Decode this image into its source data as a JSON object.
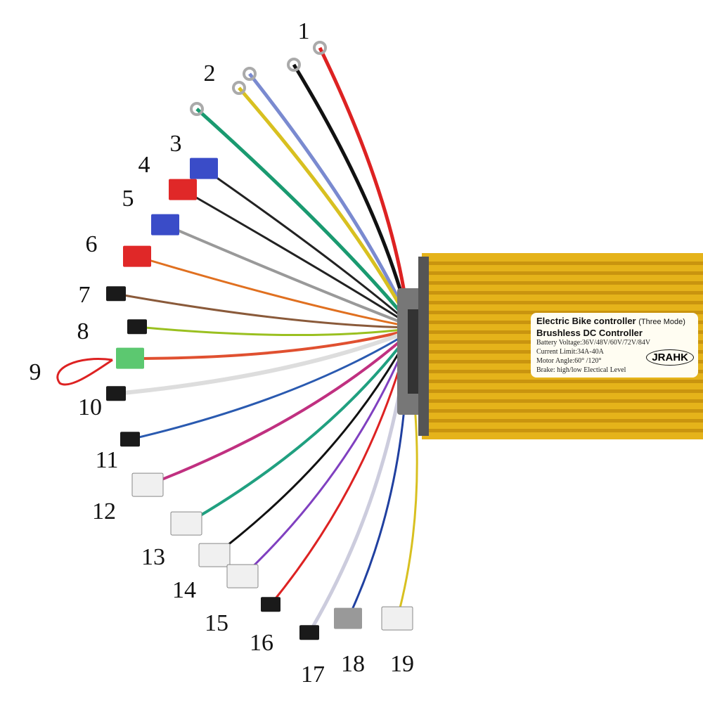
{
  "callouts": [
    "1",
    "2",
    "3",
    "4",
    "5",
    "6",
    "7",
    "8",
    "9",
    "10",
    "11",
    "12",
    "13",
    "14",
    "15",
    "16",
    "17",
    "18",
    "19"
  ],
  "controller_label": {
    "title": "Electric Bike controller",
    "mode": "(Three Mode)",
    "subtitle": "Brushless DC Controller",
    "battery_voltage": "Battery Voltage:36V/48V/60V/72V/84V",
    "current_limit": "Current Limit:34A-40A",
    "motor_angle": "Motor Angle:60° /120°",
    "brake": "Brake: high/low Electical Level",
    "brand": "JRAHK"
  },
  "colors": {
    "housing": "#e8b81c",
    "housing_dark": "#c99410"
  }
}
